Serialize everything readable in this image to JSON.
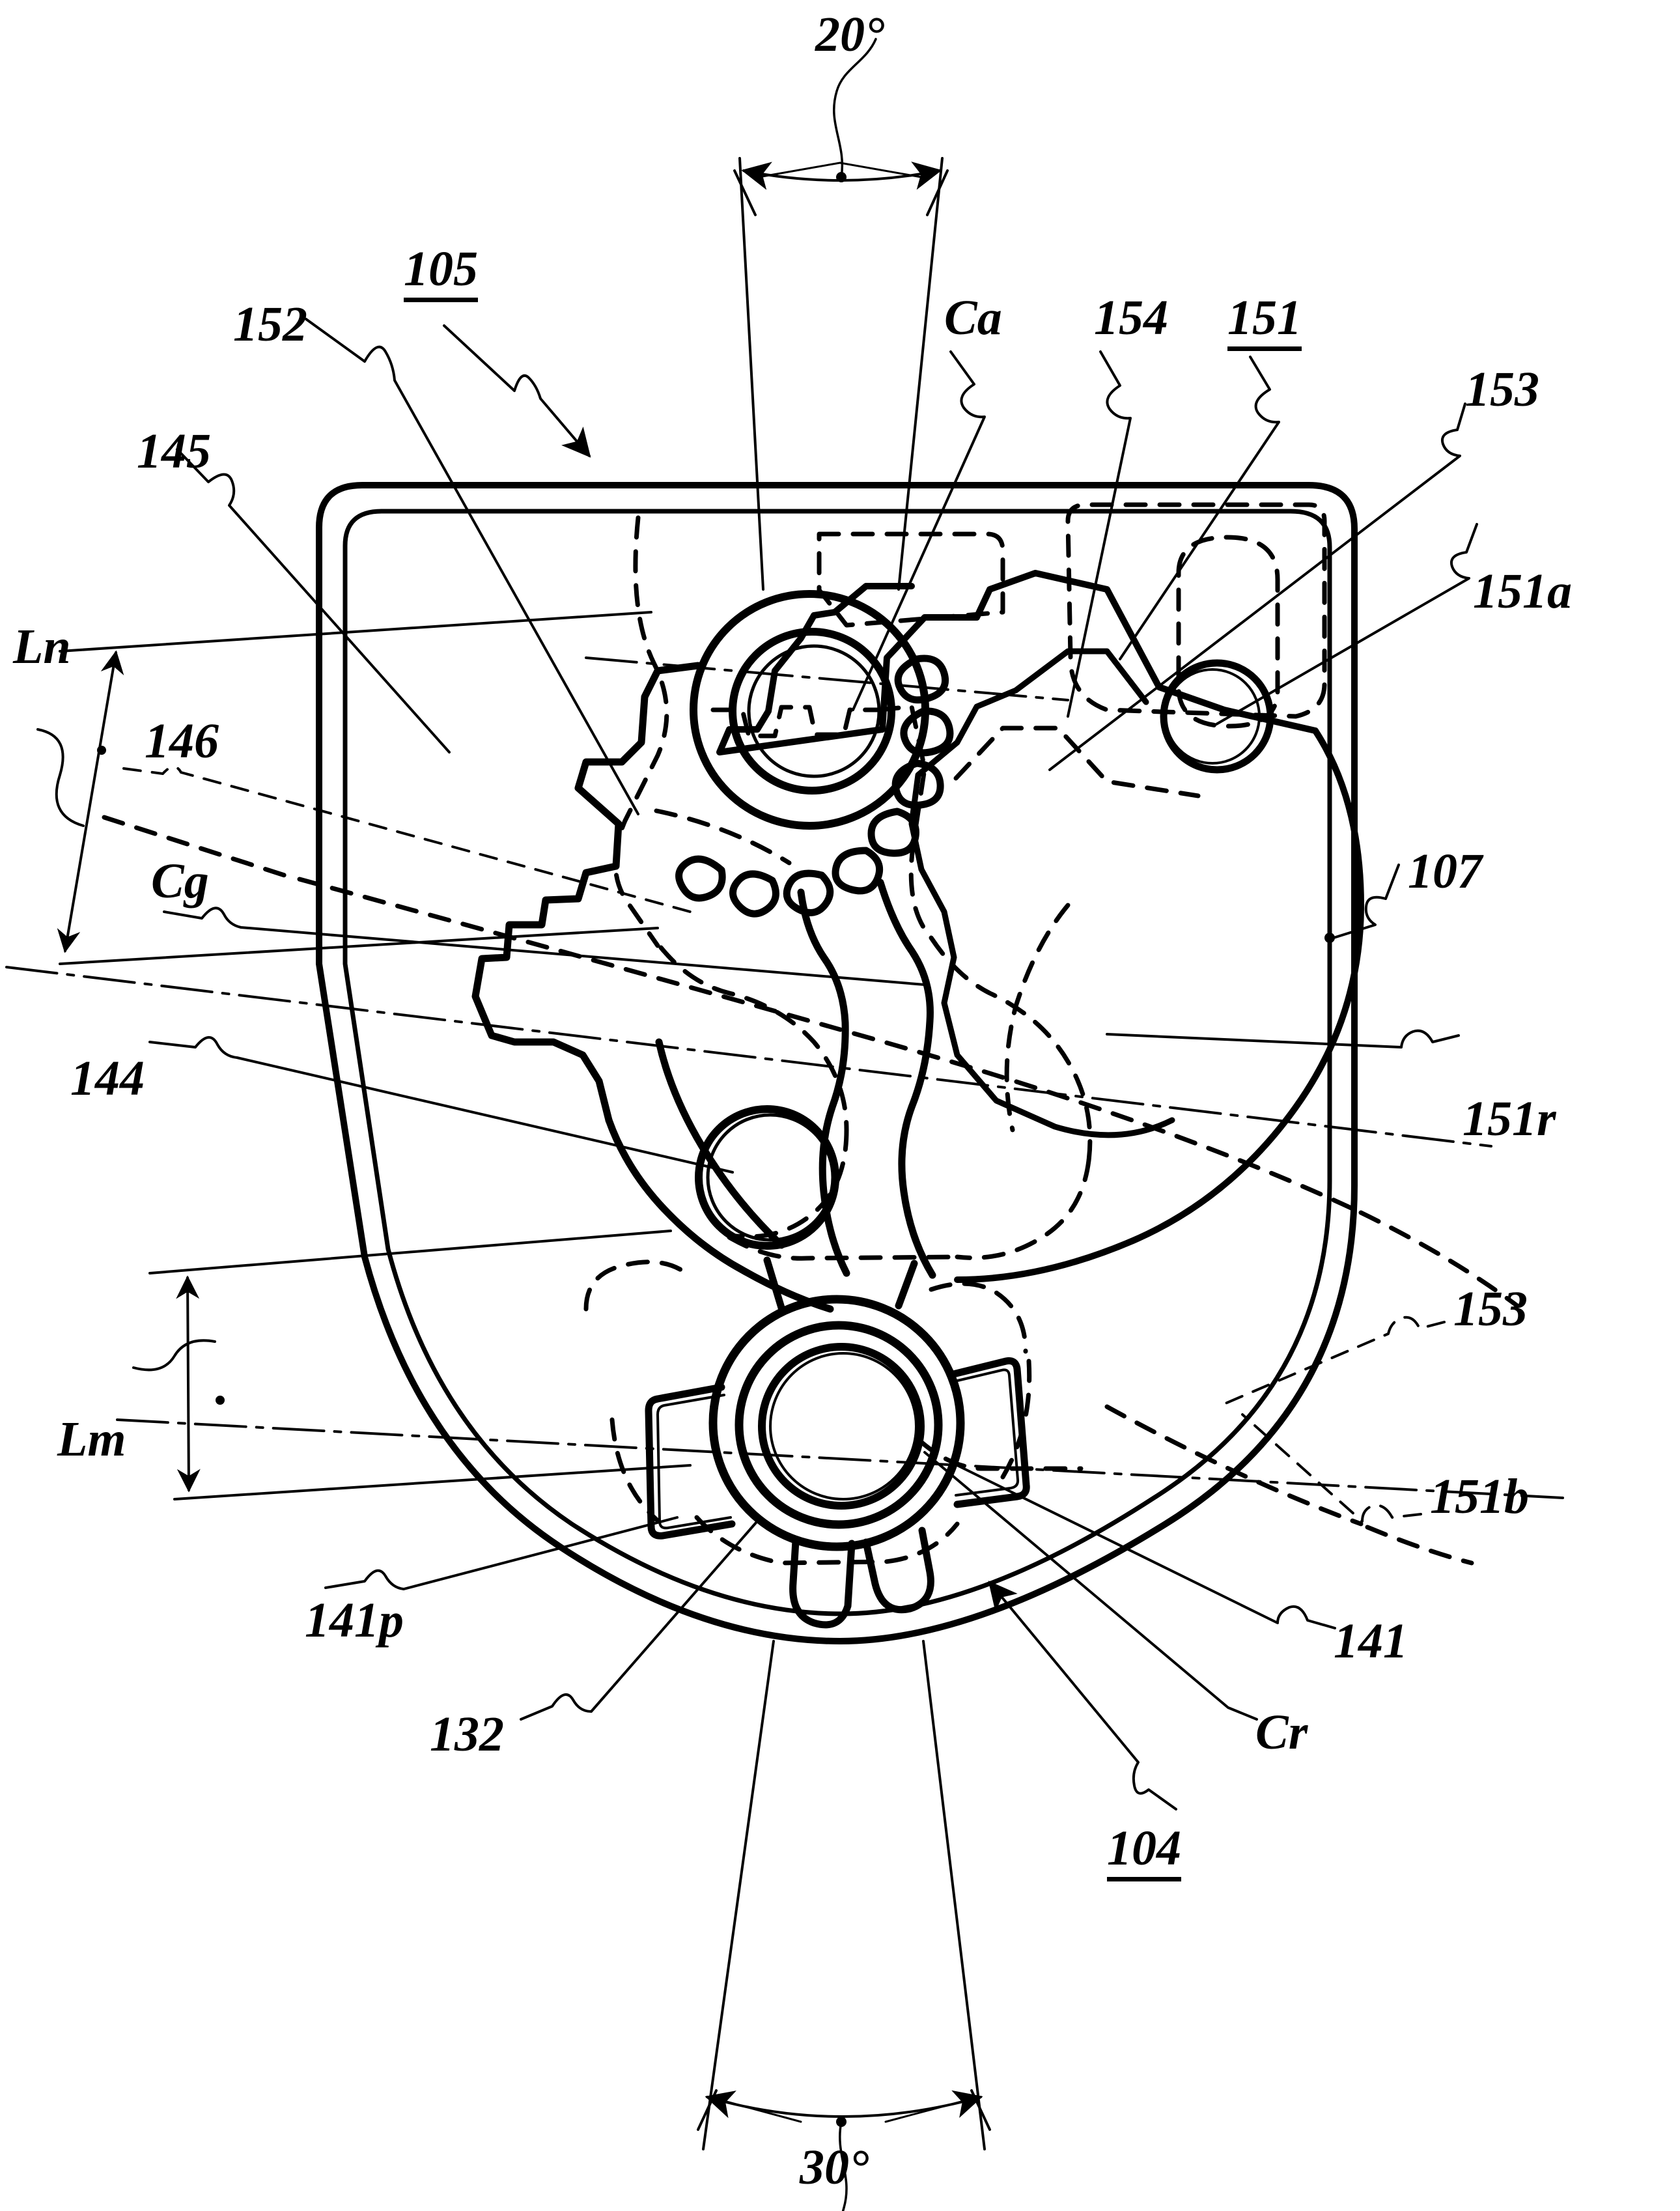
{
  "figure": {
    "type": "patent-mechanical-drawing",
    "description": "Sectional plan view of a seat reclining / hinge mechanism showing a rounded shield-shaped housing containing an upper toothed pinion, an intermediate pivot pin, a lower splined hub with four radial lugs, a pawl/latch arm with a pin hole, and phantom (dashed) outlines of an alternate position.",
    "line_styles": [
      "solid-heavy",
      "solid-thin",
      "dashed-phantom",
      "dash-dot-centerline"
    ]
  },
  "angles": {
    "top": "20°",
    "bottom": "30°"
  },
  "reference_numerals": {
    "assembly_105": "105",
    "assembly_104": "104",
    "component_151": "151",
    "numeral_152": "152",
    "numeral_145": "145",
    "numeral_146": "146",
    "numeral_144": "144",
    "numeral_153_top": "153",
    "numeral_153_bottom": "153",
    "numeral_154": "154",
    "numeral_151a": "151a",
    "numeral_151b": "151b",
    "numeral_151r": "151r",
    "numeral_107": "107",
    "numeral_141": "141",
    "numeral_141p": "141p",
    "numeral_132": "132"
  },
  "dimension_labels": {
    "Ln": "Ln",
    "Lm": "Lm"
  },
  "axis_labels": {
    "Ca": "Ca",
    "Cg": "Cg",
    "Cr": "Cr"
  },
  "colors": {
    "ink": "#000000",
    "paper": "#ffffff"
  }
}
